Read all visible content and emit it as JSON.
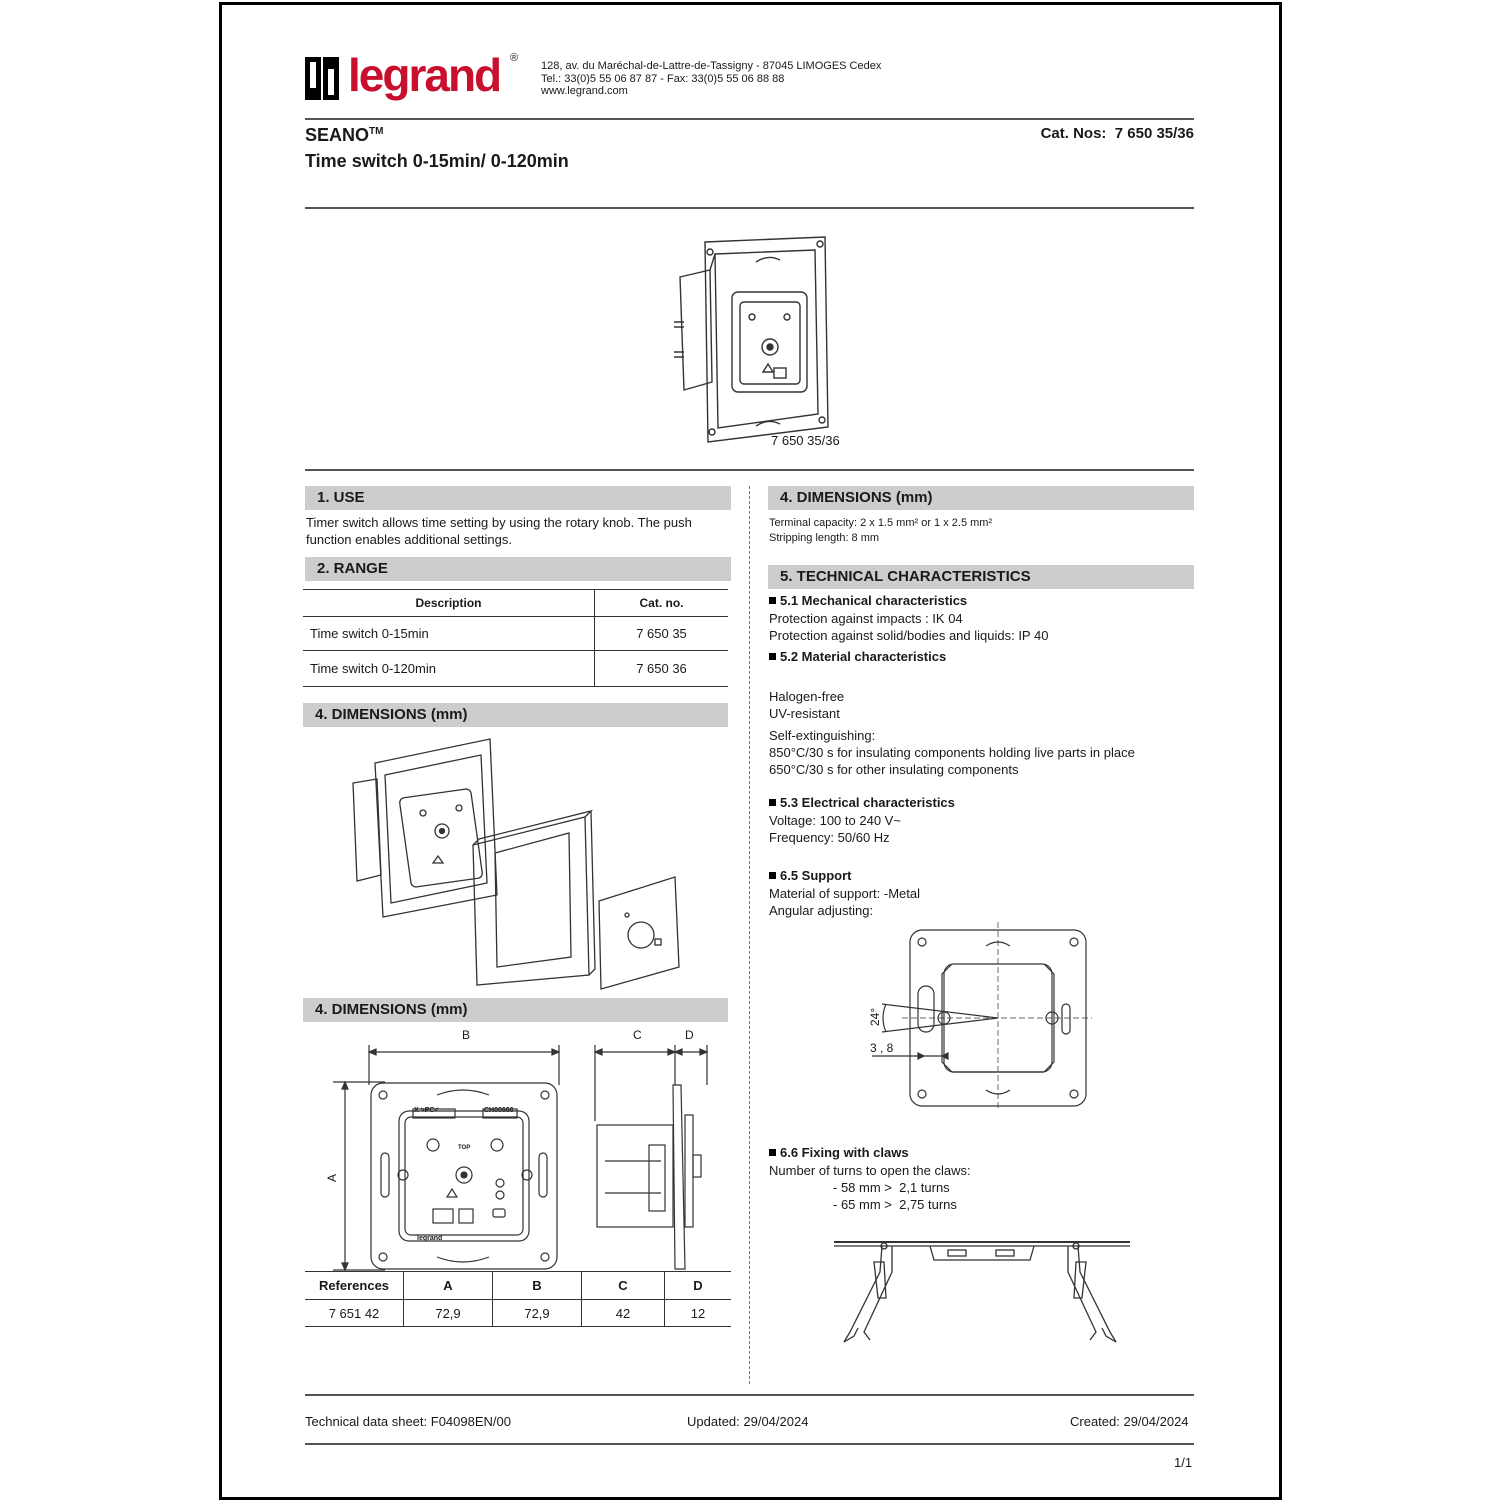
{
  "header": {
    "logo_text": "legrand",
    "address_line1": "128, av. du Maréchal-de-Lattre-de-Tassigny - 87045 LIMOGES Cedex",
    "address_line2": "Tel.: 33(0)5 55 06 87 87 - Fax: 33(0)5 55 06 88 88",
    "website": "www.legrand.com",
    "product_name": "SEANO",
    "product_tm": "TM",
    "product_subtitle": "Time switch 0-15min/ 0-120min",
    "cat_nos": "Cat. Nos:  7 650 35/36"
  },
  "main_image": {
    "caption": "7 650 35/36"
  },
  "use": {
    "title": "1. USE",
    "text_line1": "Timer switch  allows time setting by using the rotary knob. The push",
    "text_line2": "function enables additional settings."
  },
  "range": {
    "title": "2. RANGE",
    "headers": [
      "Description",
      "Cat. no."
    ],
    "rows": [
      [
        "Time switch 0-15min",
        "7 650 35"
      ],
      [
        "Time switch 0-120min",
        "7 650 36"
      ]
    ]
  },
  "dimensions_exploded": {
    "title": "4. DIMENSIONS (mm)"
  },
  "dimensions_drawing": {
    "title": "4. DIMENSIONS (mm)",
    "label_a": "A",
    "label_b": "B",
    "label_c": "C",
    "label_d": "D",
    "front_label_top_left": "X  >PC<",
    "front_label_top_right": "CH00666",
    "front_label_top": "TOP",
    "front_brand": "legrand",
    "table_headers": [
      "References",
      "A",
      "B",
      "C",
      "D"
    ],
    "table_rows": [
      [
        "7 651 42",
        "72,9",
        "72,9",
        "42",
        "12"
      ]
    ]
  },
  "right_dimensions": {
    "title": "4. DIMENSIONS (mm)",
    "terminal_capacity": "Terminal capacity: 2 x 1.5 mm² or 1 x 2.5  mm²",
    "stripping_length": "Stripping length: 8 mm"
  },
  "technical": {
    "title": "5. TECHNICAL CHARACTERISTICS",
    "mech_title": "5.1 Mechanical characteristics",
    "mech_line1": "Protection against impacts : IK 04",
    "mech_line2": "Protection against solid/bodies and liquids: IP 40",
    "mat_title": "5.2 Material characteristics",
    "mat_line1": "Halogen-free",
    "mat_line2": "UV-resistant",
    "mat_line3": "Self-extinguishing:",
    "mat_line4": "850°C/30 s for insulating components holding live parts in place",
    "mat_line5": "650°C/30 s for other insulating components",
    "elec_title": "5.3 Electrical characteristics",
    "elec_line1": "Voltage: 100 to 240 V~",
    "elec_line2": "Frequency: 50/60 Hz",
    "support_title": "6.5 Support",
    "support_line1": "Material of support: -Metal",
    "support_line2": "Angular adjusting:",
    "angle_label": "24°",
    "offset_label": "3 , 8",
    "claws_title": "6.6 Fixing with claws",
    "claws_line1": "Number of turns to open the claws:",
    "claws_line2": "- 58 mm >  2,1 turns",
    "claws_line3": "- 65 mm >  2,75 turns"
  },
  "footer": {
    "datasheet": "Technical data sheet: F04098EN/00",
    "updated": "Updated: 29/04/2024",
    "created": "Created: 29/04/2024",
    "page": "1/1"
  }
}
